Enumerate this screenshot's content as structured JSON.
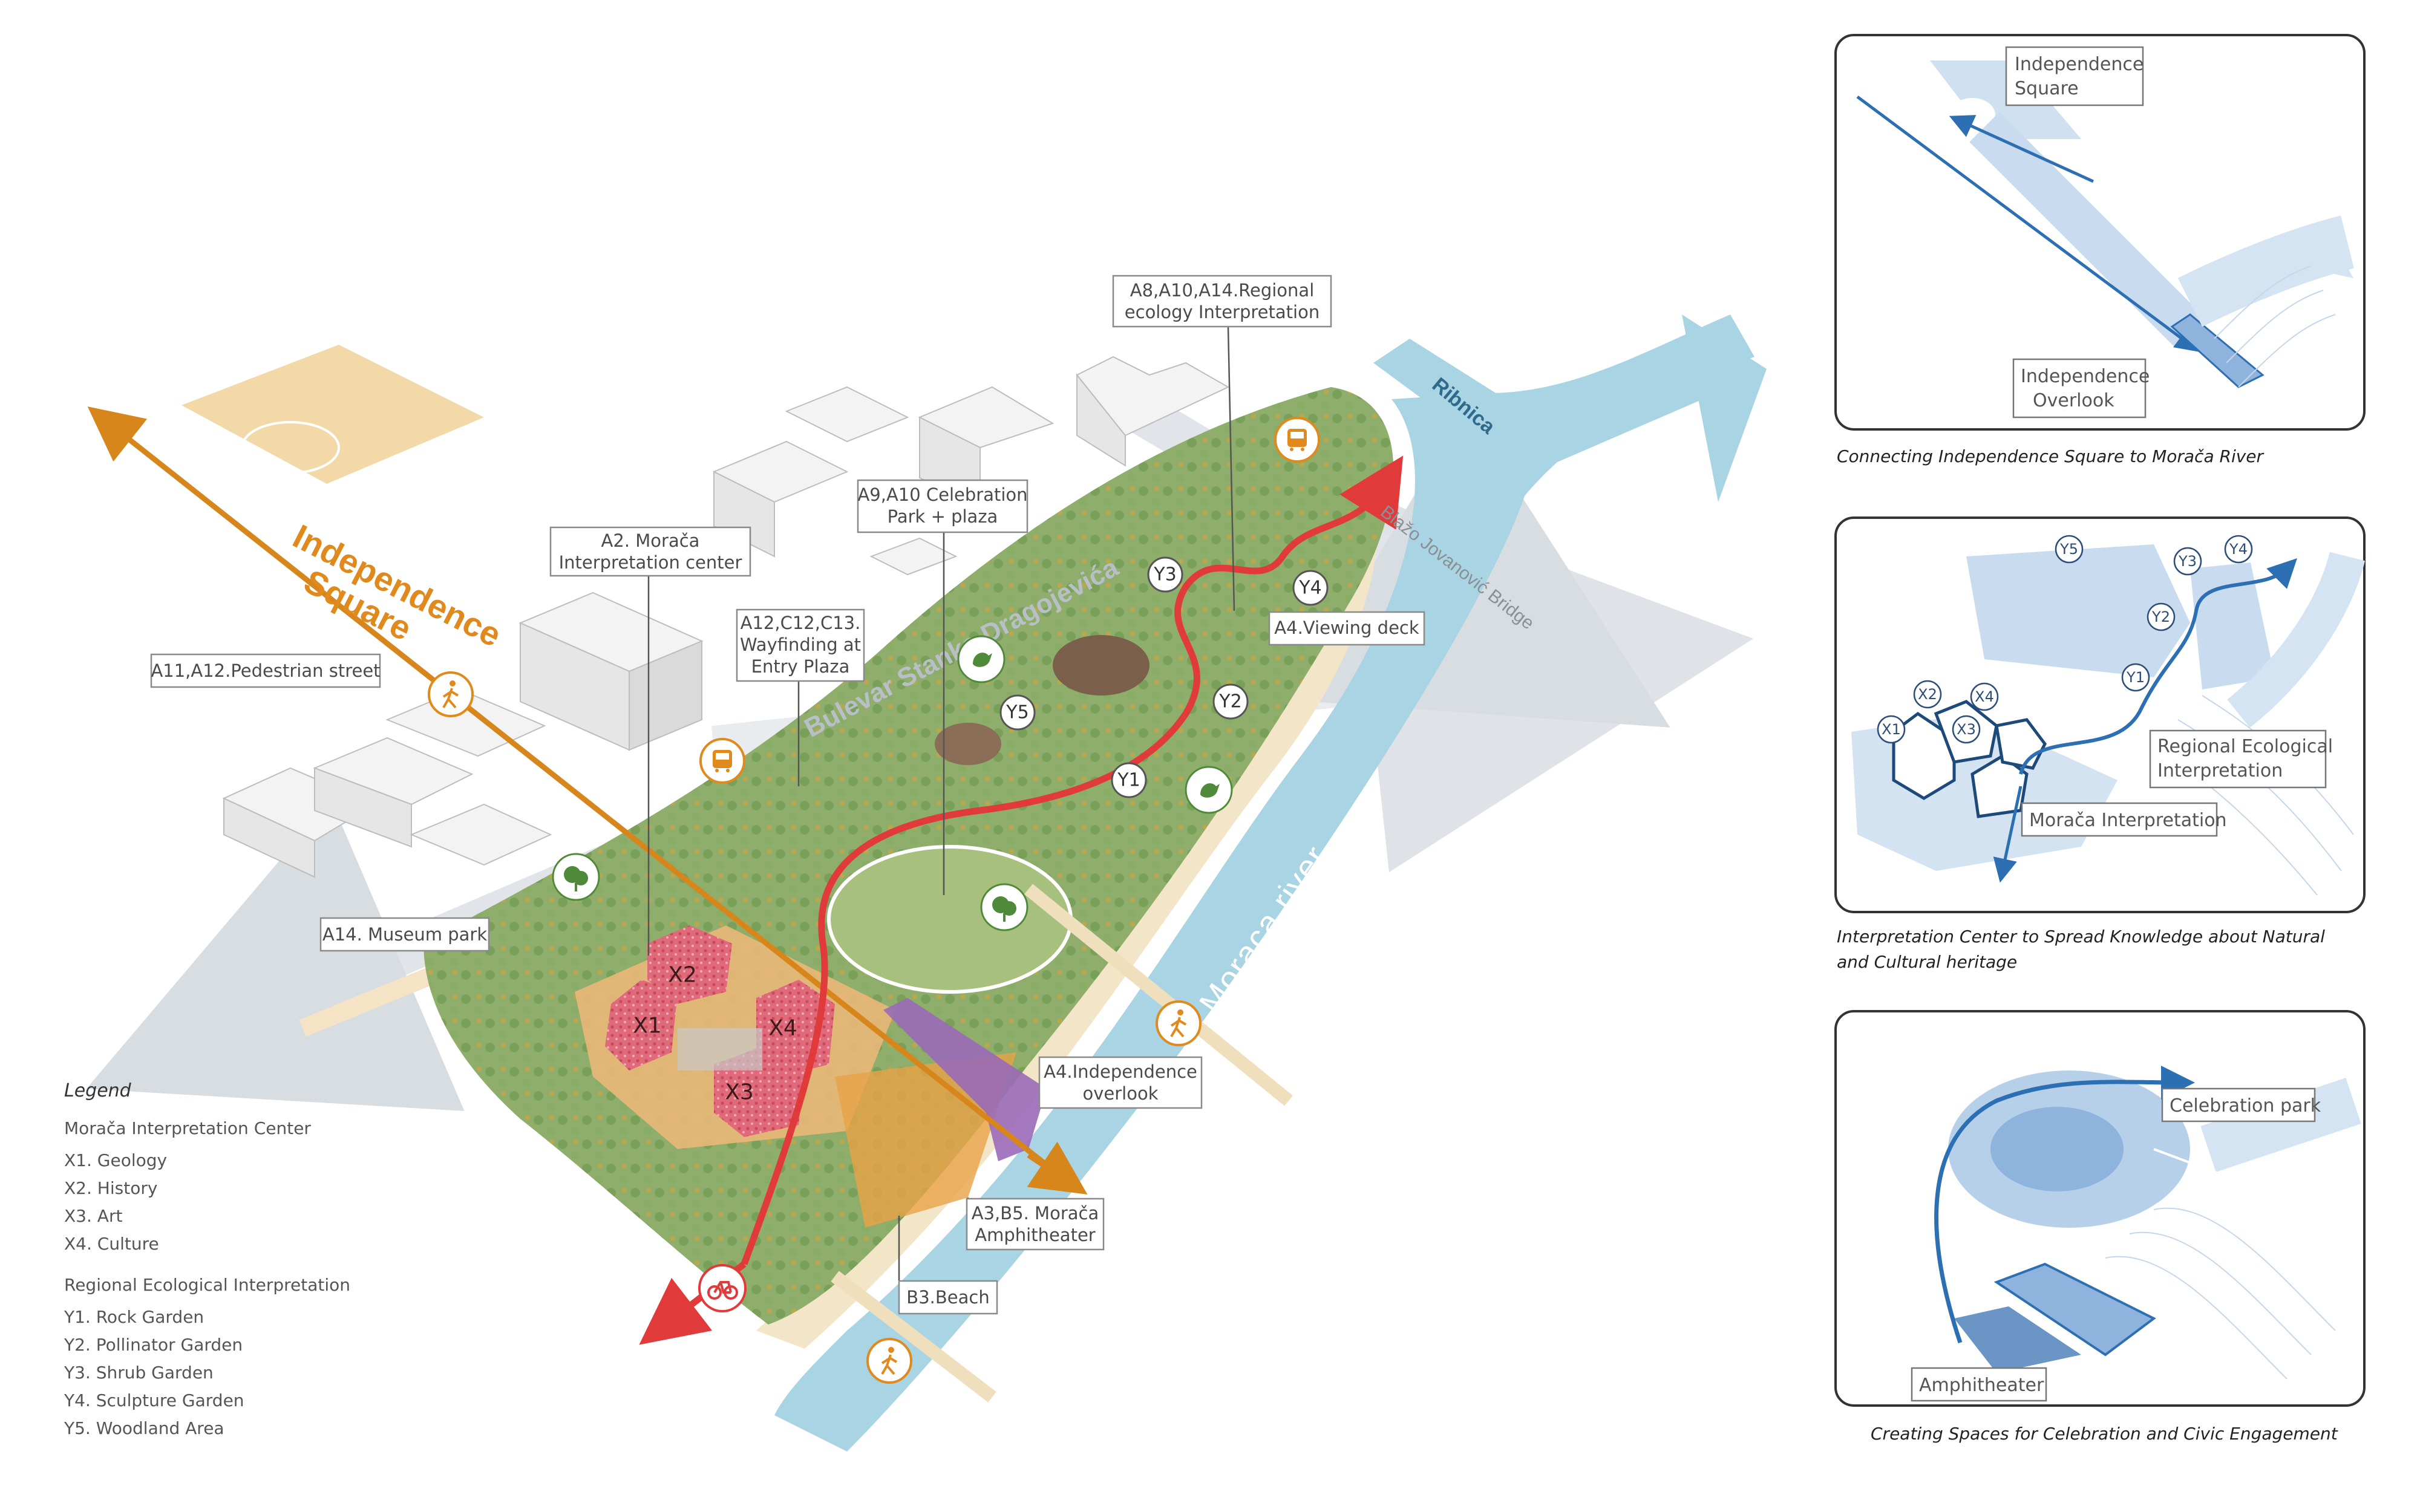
{
  "map": {
    "square_label": [
      "Independence",
      "Square"
    ],
    "street_label": "Bulevar Stanka Dragojevića",
    "river_label": "Moraca river",
    "tributary_label": "Ribnica",
    "bridge_label": "Blažo Jovanović Bridge",
    "callouts": {
      "a8": [
        "A8,A10,A14.Regional",
        "ecology Interpretation"
      ],
      "a9": [
        "A9,A10 Celebration",
        "Park + plaza"
      ],
      "a2": [
        "A2. Morača",
        "Interpretation center"
      ],
      "a12": [
        "A12,C12,C13.",
        "Wayfinding at",
        "Entry Plaza"
      ],
      "a11": [
        "A11,A12.Pedestrian street"
      ],
      "a4view": [
        "A4.Viewing deck"
      ],
      "a14": [
        "A14. Museum park"
      ],
      "a4ind": [
        "A4.Independence",
        "overlook"
      ],
      "a3": [
        "A3,B5. Morača",
        "Amphitheater"
      ],
      "b3": [
        "B3.Beach"
      ]
    },
    "markers": {
      "y1": "Y1",
      "y2": "Y2",
      "y3": "Y3",
      "y4": "Y4",
      "y5": "Y5",
      "x1": "X1",
      "x2": "X2",
      "x3": "X3",
      "x4": "X4"
    },
    "icons": [
      "pedestrian-icon",
      "bus-icon",
      "bicycle-icon",
      "tree-icon",
      "bird-icon"
    ],
    "colors": {
      "river": "#a9d4e3",
      "park": "#8fae6b",
      "orange": "#e08a1e",
      "path": "#e03a3a",
      "pink": "#e06a7a",
      "purple": "#9a6ab8"
    }
  },
  "legend": {
    "title": "Legend",
    "group1": "Morača Interpretation Center",
    "x_items": [
      "X1. Geology",
      "X2. History",
      "X3. Art",
      "X4. Culture"
    ],
    "group2": "Regional Ecological Interpretation",
    "y_items": [
      "Y1. Rock Garden",
      "Y2. Pollinator Garden",
      "Y3. Shrub Garden",
      "Y4. Sculpture Garden",
      "Y5. Woodland Area"
    ]
  },
  "panels": [
    {
      "caption": [
        "Connecting Independence Square to Morača River"
      ],
      "labels": {
        "square": [
          "Independence",
          "Square"
        ],
        "overlook": [
          "Independence",
          "Overlook"
        ]
      }
    },
    {
      "caption": [
        "Interpretation Center to Spread Knowledge about Natural",
        "and Cultural heritage"
      ],
      "labels": {
        "regional": [
          "Regional Ecological",
          "Interpretation"
        ],
        "moraca": [
          "Morača Interpretation"
        ]
      },
      "markers": [
        "Y5",
        "Y3",
        "Y4",
        "Y2",
        "Y1",
        "X1",
        "X2",
        "X4",
        "X3"
      ]
    },
    {
      "caption": [
        "Creating Spaces for Celebration and Civic Engagement"
      ],
      "labels": {
        "celebration": [
          "Celebration park"
        ],
        "amphitheater": [
          "Amphitheater"
        ]
      }
    }
  ]
}
